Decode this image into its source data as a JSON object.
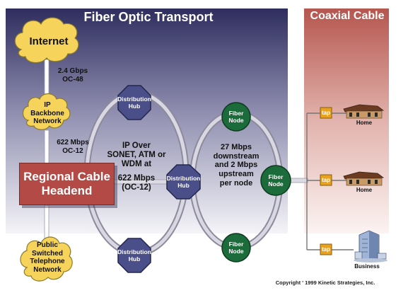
{
  "sections": {
    "fiber_header": "Fiber Optic Transport",
    "coax_header": "Coaxial Cable"
  },
  "clouds": {
    "internet": "Internet",
    "ip_backbone": [
      "IP",
      "Backbone",
      "Network"
    ],
    "pstn": [
      "Public",
      "Switched",
      "Telephone",
      "Network"
    ]
  },
  "links": {
    "internet_backbone": [
      "2.4 Gbps",
      "OC-48"
    ],
    "backbone_headend": [
      "622 Mbps",
      "OC-12"
    ]
  },
  "headend": [
    "Regional Cable",
    "Headend"
  ],
  "hubs": {
    "top": [
      "Distribution",
      "Hub"
    ],
    "right": [
      "Distribution",
      "Hub"
    ],
    "bottom": [
      "Distribution",
      "Hub"
    ]
  },
  "ring1_text": [
    "IP Over",
    "SONET, ATM or",
    "WDM at",
    "",
    "622 Mbps",
    "(OC-12)"
  ],
  "fiber_nodes": {
    "top": [
      "Fiber",
      "Node"
    ],
    "right": [
      "Fiber",
      "Node"
    ],
    "bottom": [
      "Fiber",
      "Node"
    ]
  },
  "ring2_text": [
    "27 Mbps",
    "downstream",
    "and 2 Mbps",
    "upstream",
    "per node"
  ],
  "taps": [
    "tap",
    "tap",
    "tap"
  ],
  "endpoints": [
    "Home",
    "Home",
    "Business"
  ],
  "copyright": "Copyright ' 1999 Kinetic Strategies, Inc.",
  "colors": {
    "fiber_bg_top": "#2e2d5e",
    "fiber_bg_bottom": "#ffffff",
    "coax_bg_top": "#b5564f",
    "coax_bg_bottom": "#ffffff",
    "hub": "#4a4f8a",
    "fiber_node": "#1c6b3a",
    "cloud": "#f6d35a",
    "headend": "#b34a45",
    "tap": "#e8a21d"
  }
}
